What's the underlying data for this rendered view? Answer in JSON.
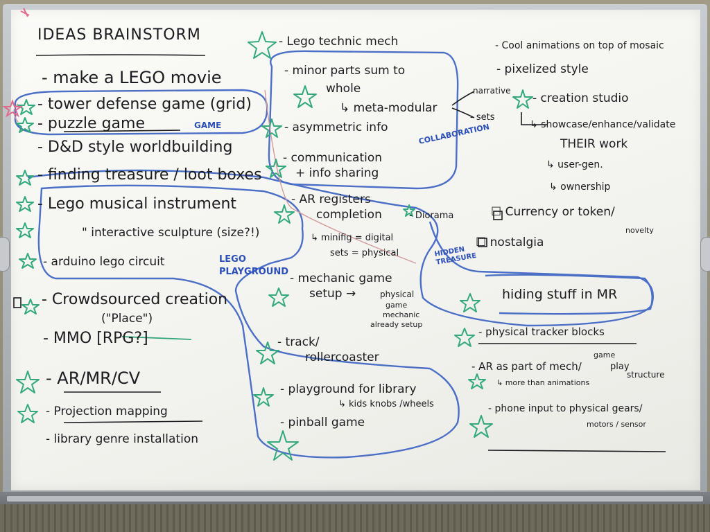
{
  "title": "IDEAS BRAINSTORM",
  "left_column": [
    "- make a LEGO movie",
    "- tower defense game (grid)",
    "- puzzle game",
    "- D&D style worldbuilding",
    "- finding treasure / loot boxes",
    "- Lego musical instrument",
    "\" interactive sculpture (size?!)",
    "- arduino lego circuit",
    "- Crowdsourced creation",
    "(\"Place\")",
    "- MMO [RPG?]",
    "- AR/MR/CV",
    "- Projection mapping",
    "- library genre installation"
  ],
  "middle_column": [
    "- Lego technic mech",
    "- minor parts sum to",
    "whole",
    "↳ meta-modular",
    "- asymmetric info",
    "- communication",
    "+ info sharing",
    "- AR registers",
    "completion",
    "↳ minifig = digital",
    "sets = physical",
    "- Diorama",
    "- mechanic game",
    "setup →",
    "physical",
    "game",
    "mechanic",
    "already setup",
    "- track/",
    "rollercoaster",
    "- playground for library",
    "↳ kids knobs /wheels",
    "- pinball game"
  ],
  "right_column": [
    "- Cool animations on top of mosaic",
    "- pixelized style",
    "- creation studio",
    "↳ showcase/enhance/validate",
    "THEIR work",
    "↳ user-gen.",
    "↳ ownership",
    "☐ Currency or token/",
    "novelty",
    "☐ nostalgia",
    "hiding stuff in MR",
    "- physical tracker blocks",
    "- AR as part of mech/",
    "game",
    "play",
    "structure",
    "↳ more than animations",
    "- phone input to physical gears/",
    "motors / sensor"
  ],
  "branch_labels": {
    "narrative": "narrative",
    "sets": "- sets"
  },
  "group_labels": {
    "game": "GAME",
    "collaboration": "COLLABORATION",
    "lego_playground": "LEGO PLAYGROUND",
    "hidden_treasure": "HIDDEN TREASURE"
  },
  "colors": {
    "ink": "#1c1c20",
    "marker_blue": "#2b4fb8",
    "marker_green": "#2da47a",
    "marker_pink": "#e06a8c",
    "board": "#f6f6f2",
    "frame": "#b8bcc0"
  }
}
